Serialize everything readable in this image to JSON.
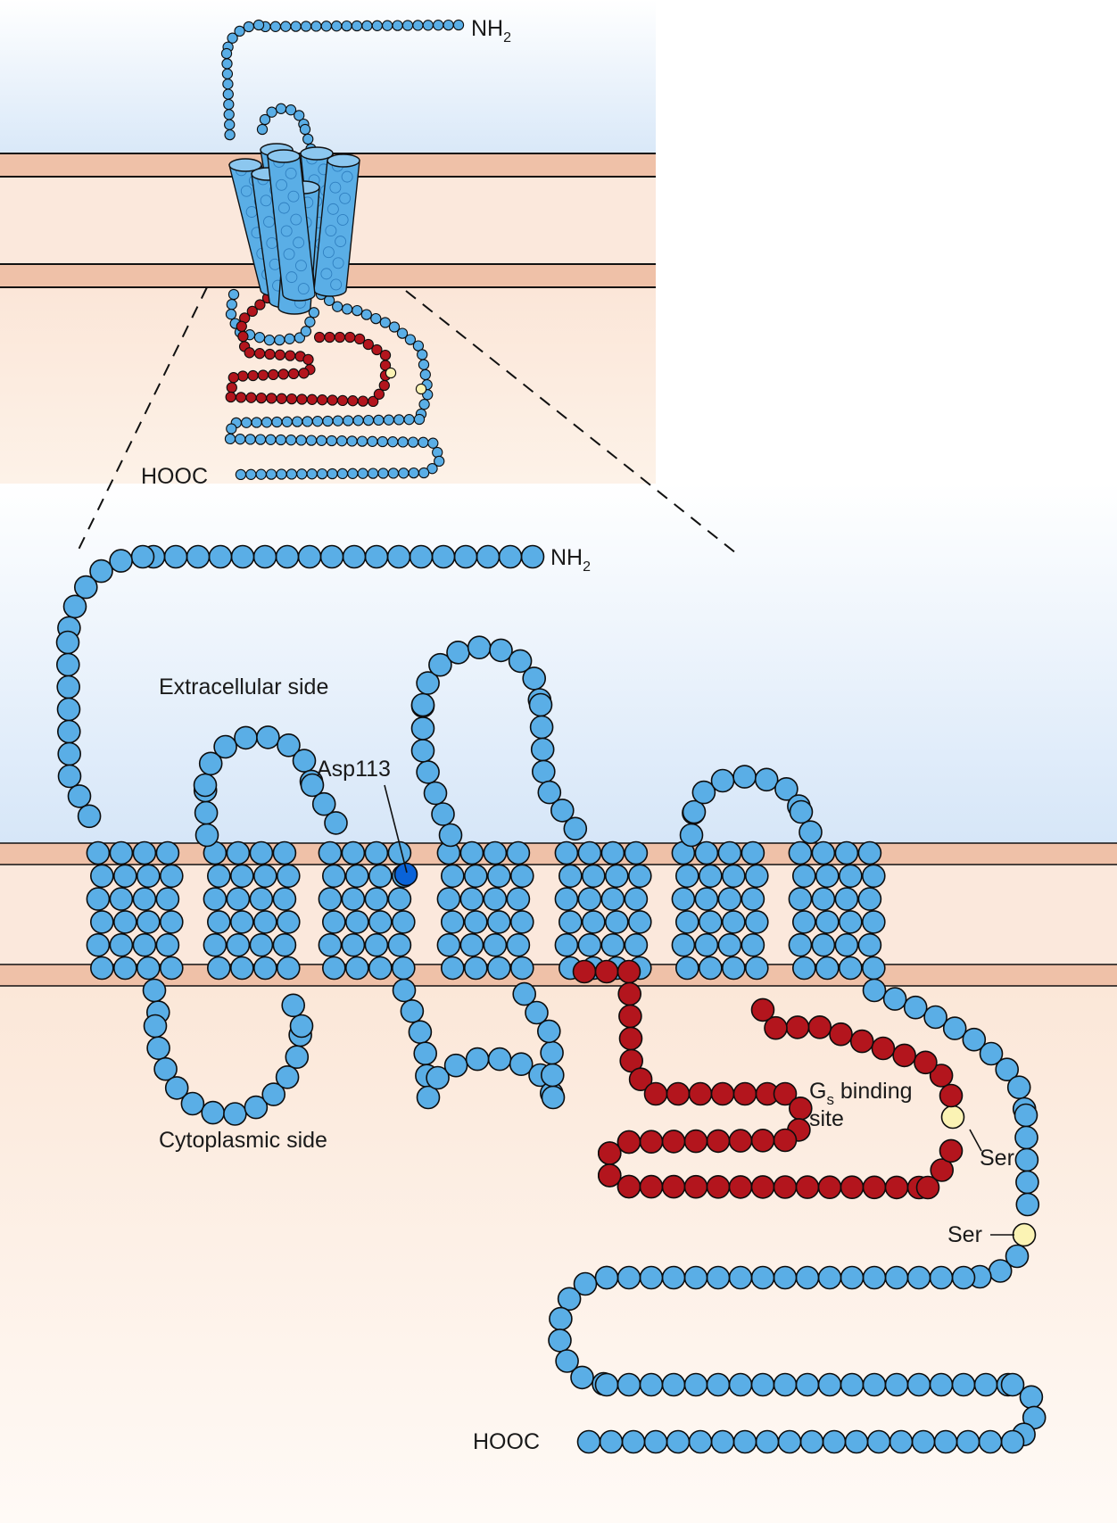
{
  "inset": {
    "nterm_label": "NH",
    "nterm_sub": "2",
    "cterm_label": "HOOC"
  },
  "main": {
    "nterm_label": "NH",
    "nterm_sub": "2",
    "cterm_label": "HOOC",
    "extracellular_label": "Extracellular side",
    "cytoplasmic_label": "Cytoplasmic side",
    "asp_label": "Asp113",
    "gs_label_main": "G",
    "gs_label_sub": "s",
    "gs_label_rest": " binding",
    "gs_label_line2": "site",
    "ser_label_1": "Ser",
    "ser_label_2": "Ser"
  },
  "colors": {
    "residue": "#5aaee6",
    "gs_residue": "#b3151d",
    "ser_residue": "#fbf3b4",
    "asp_residue": "#0a63d8",
    "membrane_band": "#efc1a8",
    "membrane_core": "#fbe8dc",
    "extracellular_top": "#d6e6f8",
    "cytoplasm": "#fdf0e6"
  }
}
